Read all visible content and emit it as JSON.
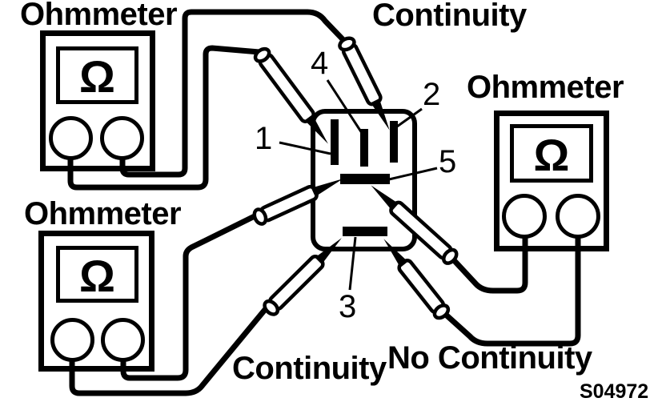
{
  "figure": {
    "meters": {
      "top_left": {
        "label": "Ohmmeter",
        "result": "Continuity"
      },
      "bottom_left": {
        "label": "Ohmmeter",
        "result": "Continuity"
      },
      "right": {
        "label": "Ohmmeter",
        "result": "No Continuity"
      }
    },
    "omega_symbol": "Ω",
    "terminal_numbers": {
      "t1": "1",
      "t2": "2",
      "t3": "3",
      "t4": "4",
      "t5": "5"
    },
    "figure_code": "S04972",
    "colors": {
      "ink": "#000000",
      "paper": "#ffffff"
    }
  }
}
